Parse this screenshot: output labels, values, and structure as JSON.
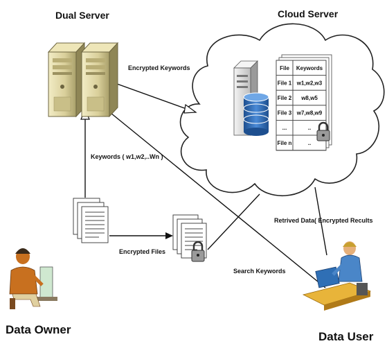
{
  "nodes": {
    "dual_server": "Dual Server",
    "cloud_server": "Cloud Server",
    "data_owner": "Data Owner",
    "data_user": "Data User"
  },
  "edges": {
    "encrypted_keywords": "Encrypted Keywords",
    "keywords": "Keywords ( w1,w2,..Wn )",
    "encrypted_files": "Encrypted Files",
    "search_keywords": "Search Keywords",
    "retrieved_data": "Retrived Data( Encrypted Recults"
  },
  "index_table": {
    "headers": [
      "File",
      "Keywords"
    ],
    "rows": [
      [
        "File 1",
        "w1,w2,w3"
      ],
      [
        "File 2",
        "w8,w5"
      ],
      [
        "File 3",
        "w7,w8,w9"
      ],
      [
        "...",
        ".."
      ],
      [
        "File n",
        ".."
      ]
    ]
  },
  "colors": {
    "server_beige": "#d9cf9a",
    "server_dark": "#8f8656",
    "database_blue": "#2f6fb5",
    "cloud_stroke": "#222222",
    "line": "#111111",
    "person_orange": "#c8701f",
    "desk_yellow": "#e8b43a"
  },
  "icons": [
    "server-tower-icon",
    "database-icon",
    "document-stack-icon",
    "padlock-icon",
    "person-at-computer-icon"
  ]
}
